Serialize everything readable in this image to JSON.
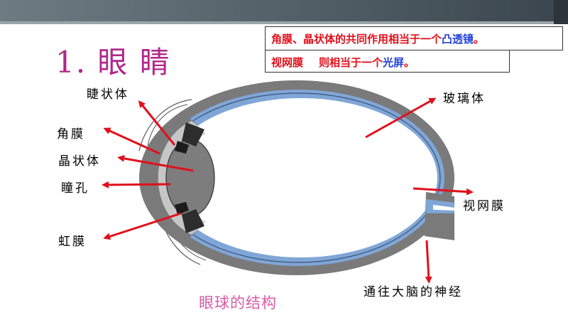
{
  "title": "1. 眼 睛",
  "callouts": {
    "line1": {
      "prefix": "角膜、晶状体的共同作用相当于一个",
      "highlight": "凸透镜",
      "suffix": "。"
    },
    "line2": {
      "prefix1": "视网膜",
      "prefix2": "则相当于一个",
      "highlight": "光屏",
      "suffix": "。"
    }
  },
  "labels": {
    "ciliary_body": "睫状体",
    "cornea": "角膜",
    "lens": "晶状体",
    "pupil": "瞳孔",
    "iris": "虹膜",
    "vitreous_body": "玻璃体",
    "retina": "视网膜",
    "optic_nerve": "通往大脑的神经"
  },
  "caption": "眼球的结构",
  "colors": {
    "title": "#b0288a",
    "callout_text": "#e0101c",
    "callout_highlight": "#2442d8",
    "arrow": "#e0101c",
    "sclera": "#7a7a7a",
    "retina_layer": "#7fa6d6",
    "caption": "#d85aa8"
  }
}
